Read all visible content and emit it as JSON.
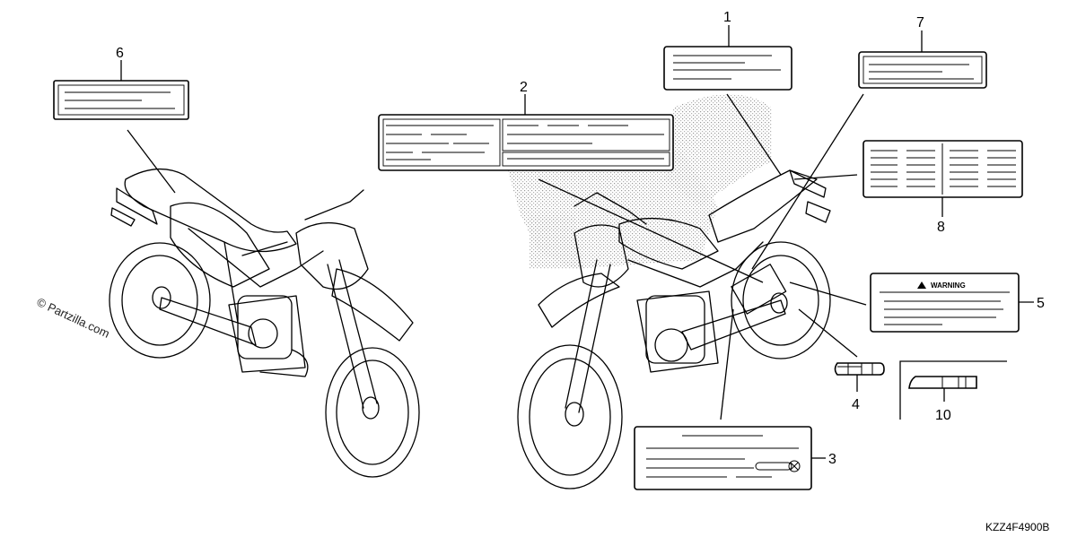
{
  "watermark": "© Partzilla.com",
  "diagram_code": "KZZ4F4900B",
  "warning_text": "WARNING",
  "callouts": [
    {
      "id": "1",
      "label": "1"
    },
    {
      "id": "2",
      "label": "2"
    },
    {
      "id": "3",
      "label": "3"
    },
    {
      "id": "4",
      "label": "4"
    },
    {
      "id": "5",
      "label": "5"
    },
    {
      "id": "6",
      "label": "6"
    },
    {
      "id": "7",
      "label": "7"
    },
    {
      "id": "8",
      "label": "8"
    },
    {
      "id": "10",
      "label": "10"
    }
  ]
}
